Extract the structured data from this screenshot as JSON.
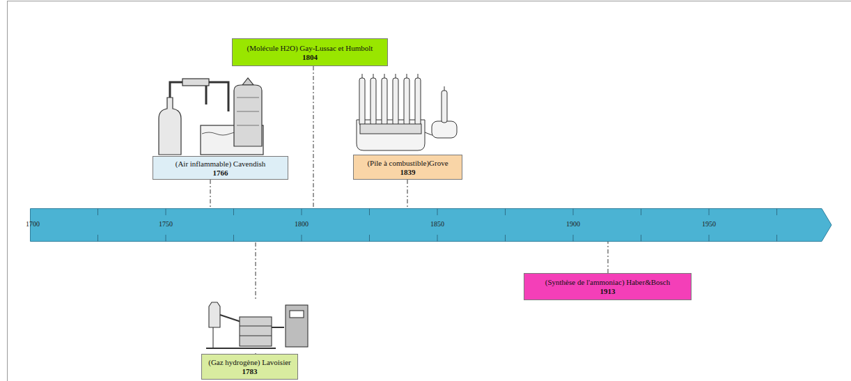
{
  "diagram": {
    "nodes": [
      {
        "text": [
          "(Molécule H2O) Gay-Lussac et Humbolt",
          "1804"
        ]
      },
      {
        "text": [
          "(Air inflammable) Cavendish",
          "1766"
        ]
      },
      {
        "text": [
          "(Pile à combustible)Grove",
          "1839"
        ]
      },
      {
        "text": [
          "1700",
          "1750",
          "1800",
          "1850",
          "1900",
          "1950"
        ]
      },
      {
        "text": [
          "(Gaz hydrogène) Lavoisier",
          "1783"
        ]
      },
      {
        "text": [
          "(Synthèse de l'ammoniac) Haber&Bosch",
          "1913"
        ]
      }
    ],
    "edges": [
      {
        "from": 0,
        "to": 3,
        "arrow": "none"
      },
      {
        "from": 1,
        "to": 3,
        "arrow": "none"
      },
      {
        "from": 2,
        "to": 3,
        "arrow": "none"
      },
      {
        "from": 4,
        "to": 3,
        "arrow": "none"
      },
      {
        "from": 5,
        "to": 3,
        "arrow": "none"
      }
    ]
  }
}
